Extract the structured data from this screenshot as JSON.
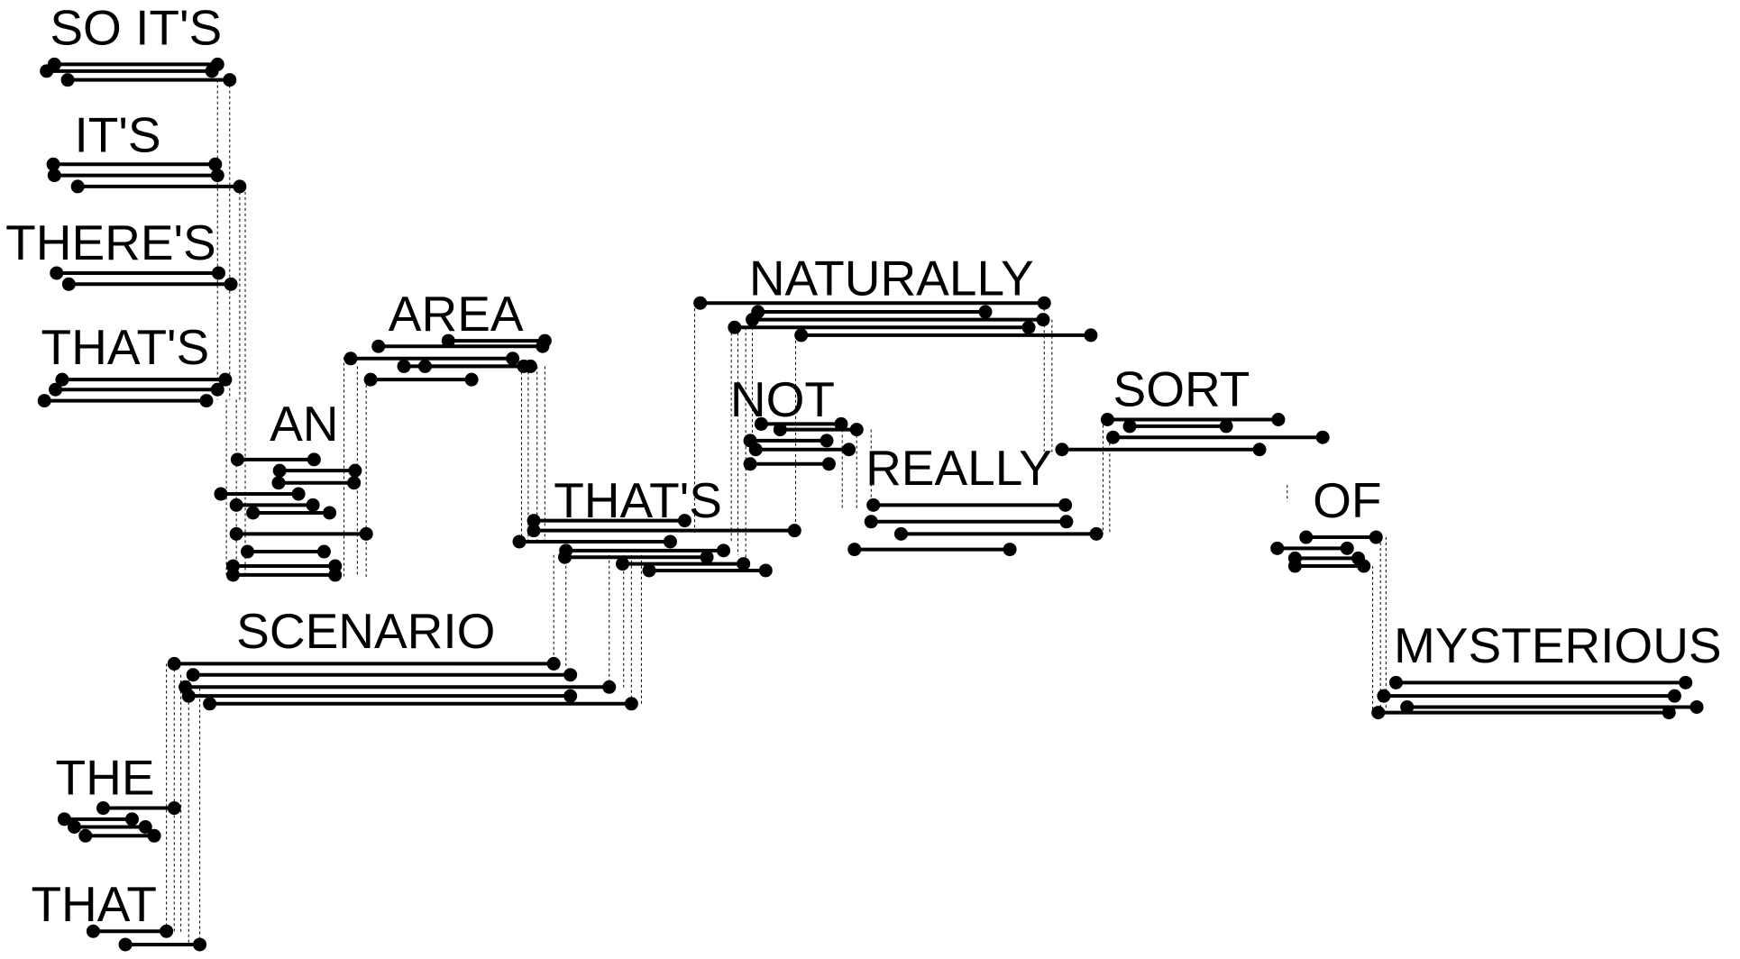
{
  "diagram": {
    "words": [
      {
        "id": "w_so_its",
        "label": "SO IT'S"
      },
      {
        "id": "w_its",
        "label": "IT'S"
      },
      {
        "id": "w_theres",
        "label": "THERE'S"
      },
      {
        "id": "w_thats_1",
        "label": "THAT'S"
      },
      {
        "id": "w_an",
        "label": "AN"
      },
      {
        "id": "w_area",
        "label": "AREA"
      },
      {
        "id": "w_scenario",
        "label": "SCENARIO"
      },
      {
        "id": "w_the",
        "label": "THE"
      },
      {
        "id": "w_that",
        "label": "THAT"
      },
      {
        "id": "w_thats_2",
        "label": "THAT'S"
      },
      {
        "id": "w_naturally",
        "label": "NATURALLY"
      },
      {
        "id": "w_not",
        "label": "NOT"
      },
      {
        "id": "w_really",
        "label": "REALLY"
      },
      {
        "id": "w_sort",
        "label": "SORT"
      },
      {
        "id": "w_of",
        "label": "OF"
      },
      {
        "id": "w_mysterious",
        "label": "MYSTERIOUS"
      }
    ],
    "colors": {
      "ink": "#000000",
      "background": "#ffffff"
    }
  }
}
